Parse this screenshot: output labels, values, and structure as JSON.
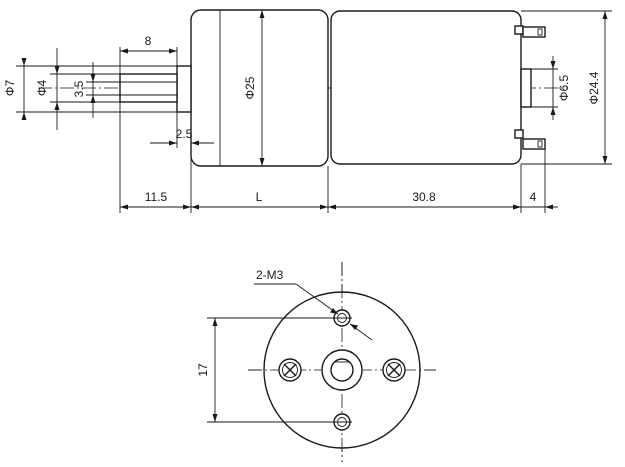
{
  "drawing": {
    "side_view": {
      "dims": {
        "shaft_length": "8",
        "dia_7": "Φ7",
        "dia_4": "Φ4",
        "flat": "3.5",
        "gear_dia": "Φ25",
        "boss_len": "2.5",
        "boss_dia": "Φ6.5",
        "motor_dia": "Φ24.4",
        "shaft_ext": "11.5",
        "gear_len": "L",
        "motor_len": "30.8",
        "term_len": "4"
      }
    },
    "end_view": {
      "dims": {
        "holes": "2-M3",
        "hole_spacing": "17"
      }
    }
  }
}
